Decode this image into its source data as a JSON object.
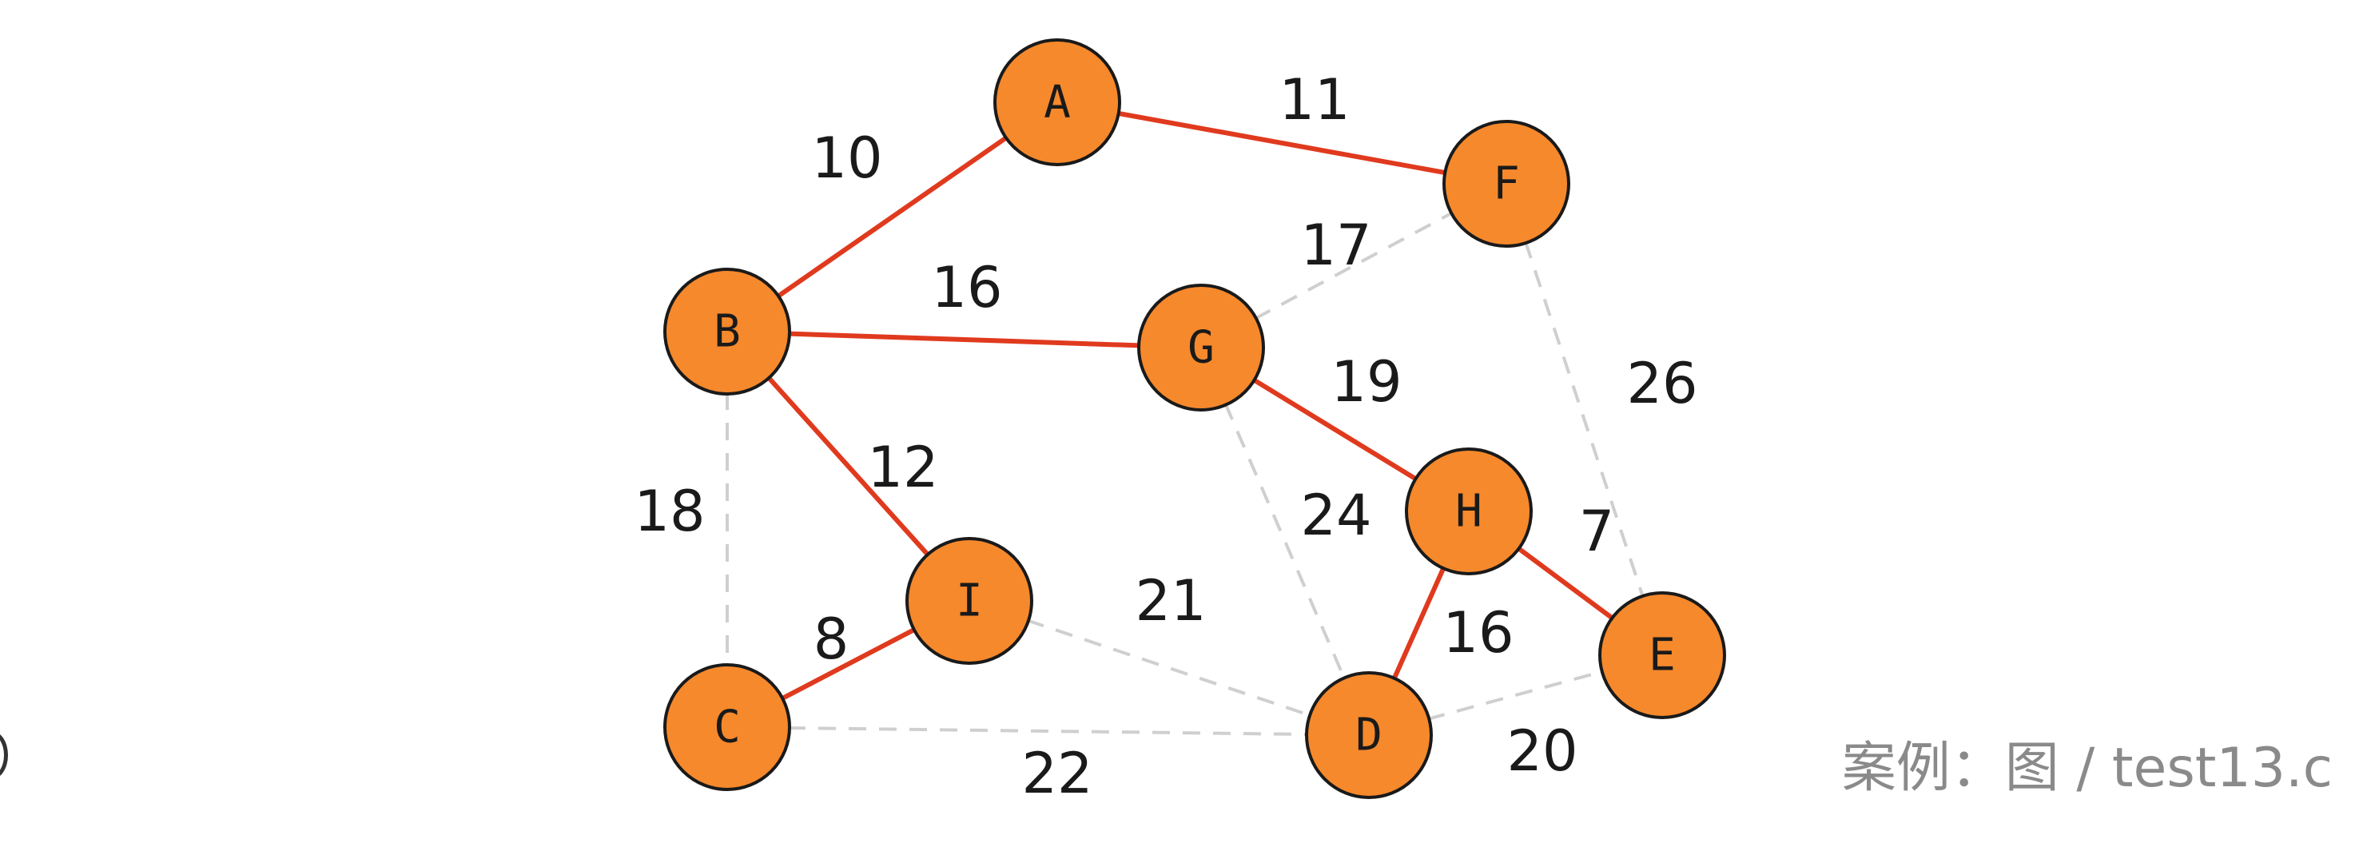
{
  "caption": "案例：图 / test13.c",
  "colors": {
    "node_fill": "#f6892c",
    "tree_edge": "#e03a1e",
    "other_edge": "#cfcfcf"
  },
  "nodes": [
    {
      "id": "A",
      "label": "A"
    },
    {
      "id": "F",
      "label": "F"
    },
    {
      "id": "B",
      "label": "B"
    },
    {
      "id": "G",
      "label": "G"
    },
    {
      "id": "H",
      "label": "H"
    },
    {
      "id": "I",
      "label": "I"
    },
    {
      "id": "E",
      "label": "E"
    },
    {
      "id": "C",
      "label": "C"
    },
    {
      "id": "D",
      "label": "D"
    }
  ],
  "edges": [
    {
      "from": "A",
      "to": "F",
      "weight": "11",
      "tree": true
    },
    {
      "from": "B",
      "to": "A",
      "weight": "10",
      "tree": true
    },
    {
      "from": "B",
      "to": "G",
      "weight": "16",
      "tree": true
    },
    {
      "from": "G",
      "to": "F",
      "weight": "17",
      "tree": false
    },
    {
      "from": "F",
      "to": "E",
      "weight": "26",
      "tree": false
    },
    {
      "from": "G",
      "to": "H",
      "weight": "19",
      "tree": true
    },
    {
      "from": "B",
      "to": "I",
      "weight": "12",
      "tree": true
    },
    {
      "from": "B",
      "to": "C",
      "weight": "18",
      "tree": false
    },
    {
      "from": "G",
      "to": "D",
      "weight": "24",
      "tree": false
    },
    {
      "from": "H",
      "to": "E",
      "weight": "7",
      "tree": true
    },
    {
      "from": "I",
      "to": "D",
      "weight": "21",
      "tree": false
    },
    {
      "from": "H",
      "to": "D",
      "weight": "16",
      "tree": true
    },
    {
      "from": "C",
      "to": "I",
      "weight": "8",
      "tree": true
    },
    {
      "from": "D",
      "to": "E",
      "weight": "20",
      "tree": false
    },
    {
      "from": "C",
      "to": "D",
      "weight": "22",
      "tree": false
    }
  ]
}
